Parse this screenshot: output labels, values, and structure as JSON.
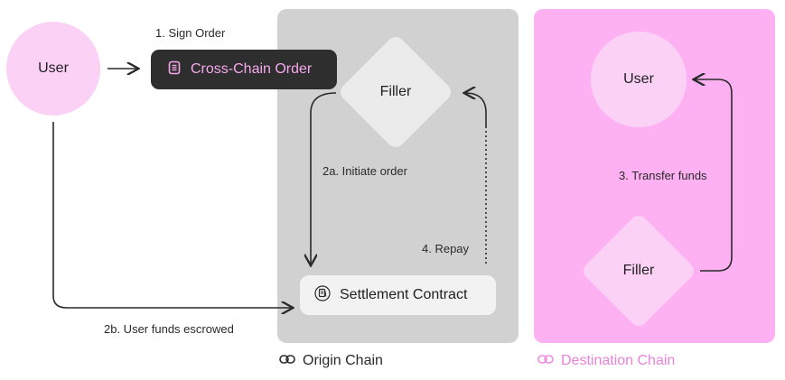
{
  "nodes": {
    "user_origin": "User",
    "user_destination": "User",
    "filler_origin": "Filler",
    "filler_destination": "Filler",
    "cross_chain_order": "Cross-Chain Order",
    "settlement_contract": "Settlement Contract"
  },
  "edges": {
    "sign_order": "1. Sign Order",
    "initiate_order": "2a. Initiate order",
    "user_funds_escrowed": "2b. User funds escrowed",
    "transfer_funds": "3. Transfer funds",
    "repay": "4. Repay"
  },
  "chains": {
    "origin": "Origin Chain",
    "destination": "Destination Chain"
  },
  "icons": {
    "order": "document-icon",
    "settlement": "contract-icon",
    "chain": "link-icon"
  },
  "colors": {
    "origin_panel": "#d1d1d1",
    "destination_panel": "#fdb1f3",
    "user_node": "#fbd1f6",
    "accent_pink": "#e05bd0",
    "order_pill": "#2e2e2e"
  }
}
